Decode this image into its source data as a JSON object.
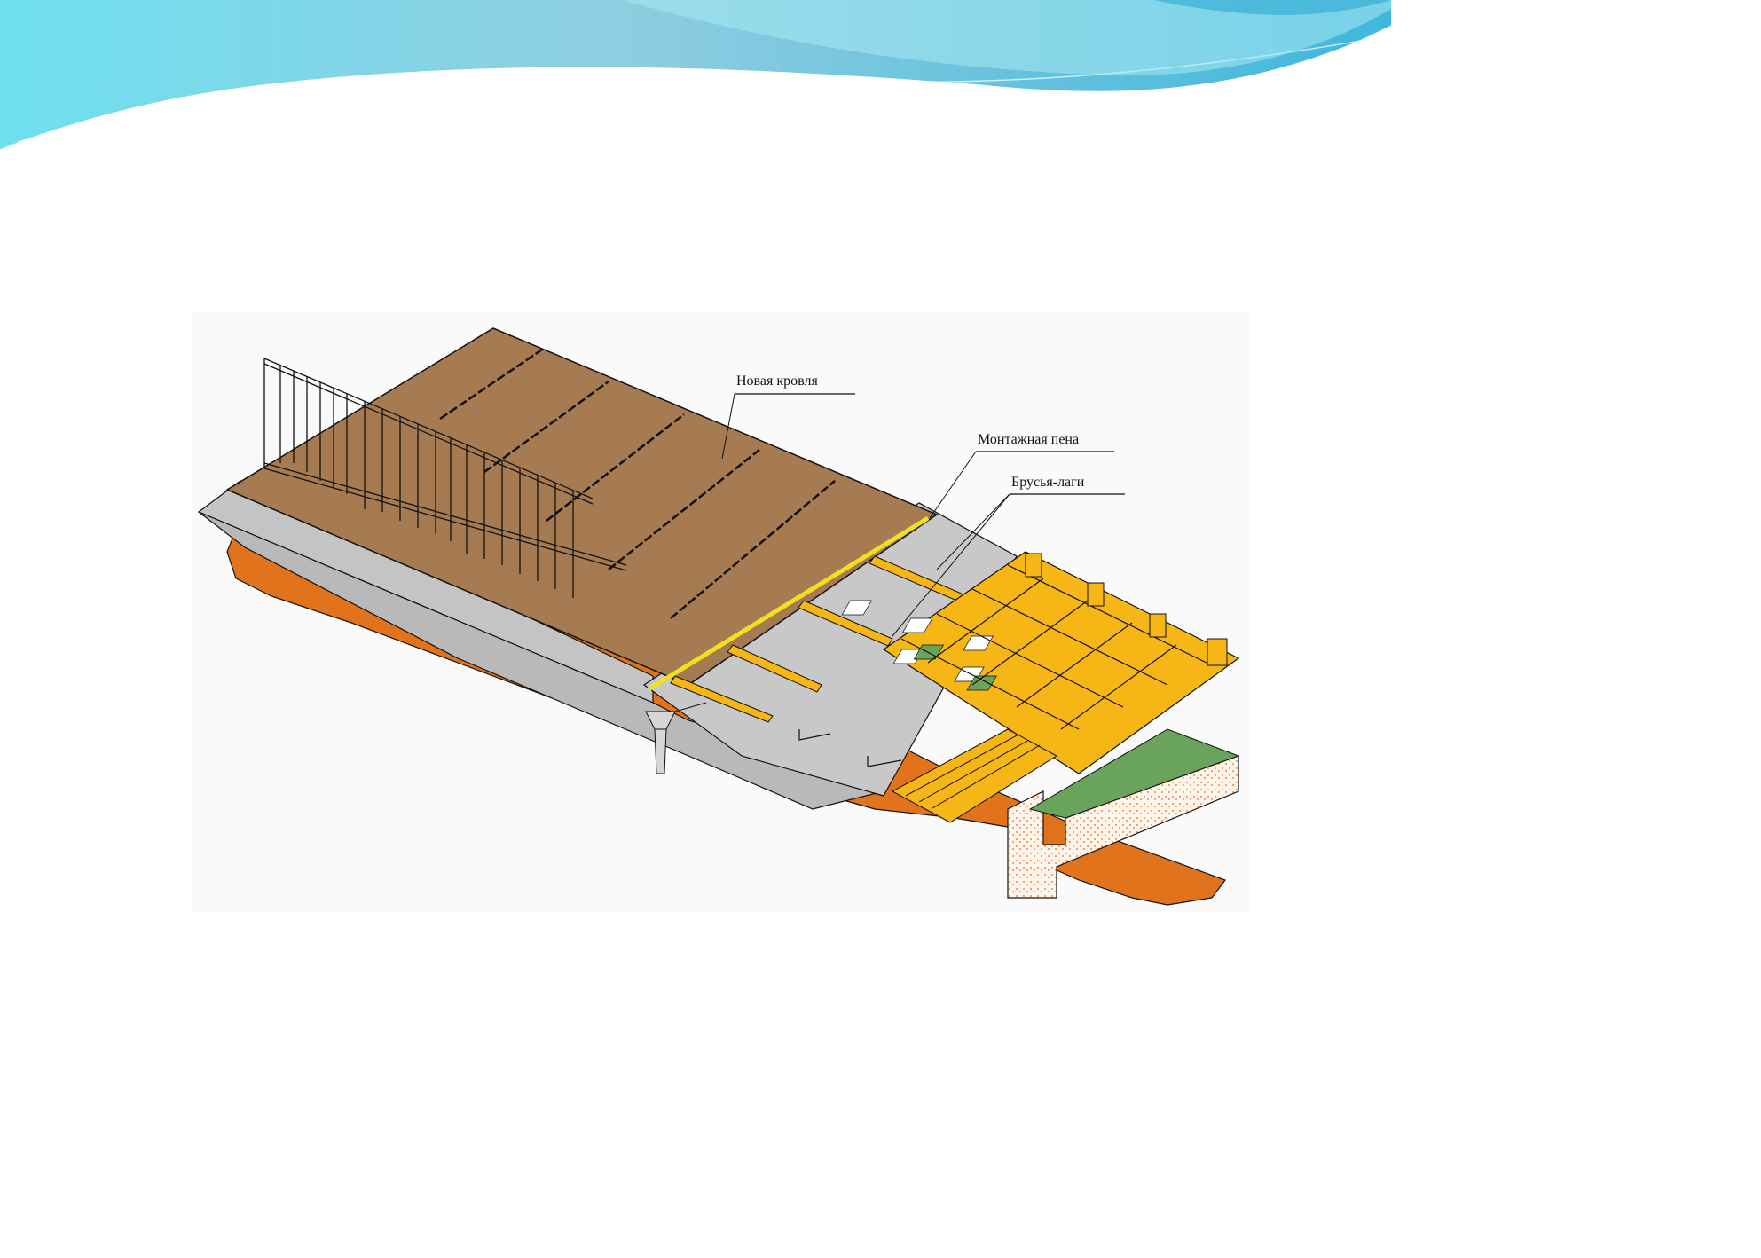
{
  "diagram": {
    "labels": {
      "new_roof": "Новая кровля",
      "mounting_foam": "Монтажная пена",
      "timber_joists": "Брусья-лаги"
    }
  },
  "colors": {
    "roof_brown": "#a77b52",
    "concrete_grey": "#c4c4c4",
    "wall_orange": "#e0731c",
    "timber_yellow": "#f6b616",
    "foam_yellow": "#f0e020",
    "ground_green": "#6aa35c",
    "header_cyan": "#52c7de"
  }
}
